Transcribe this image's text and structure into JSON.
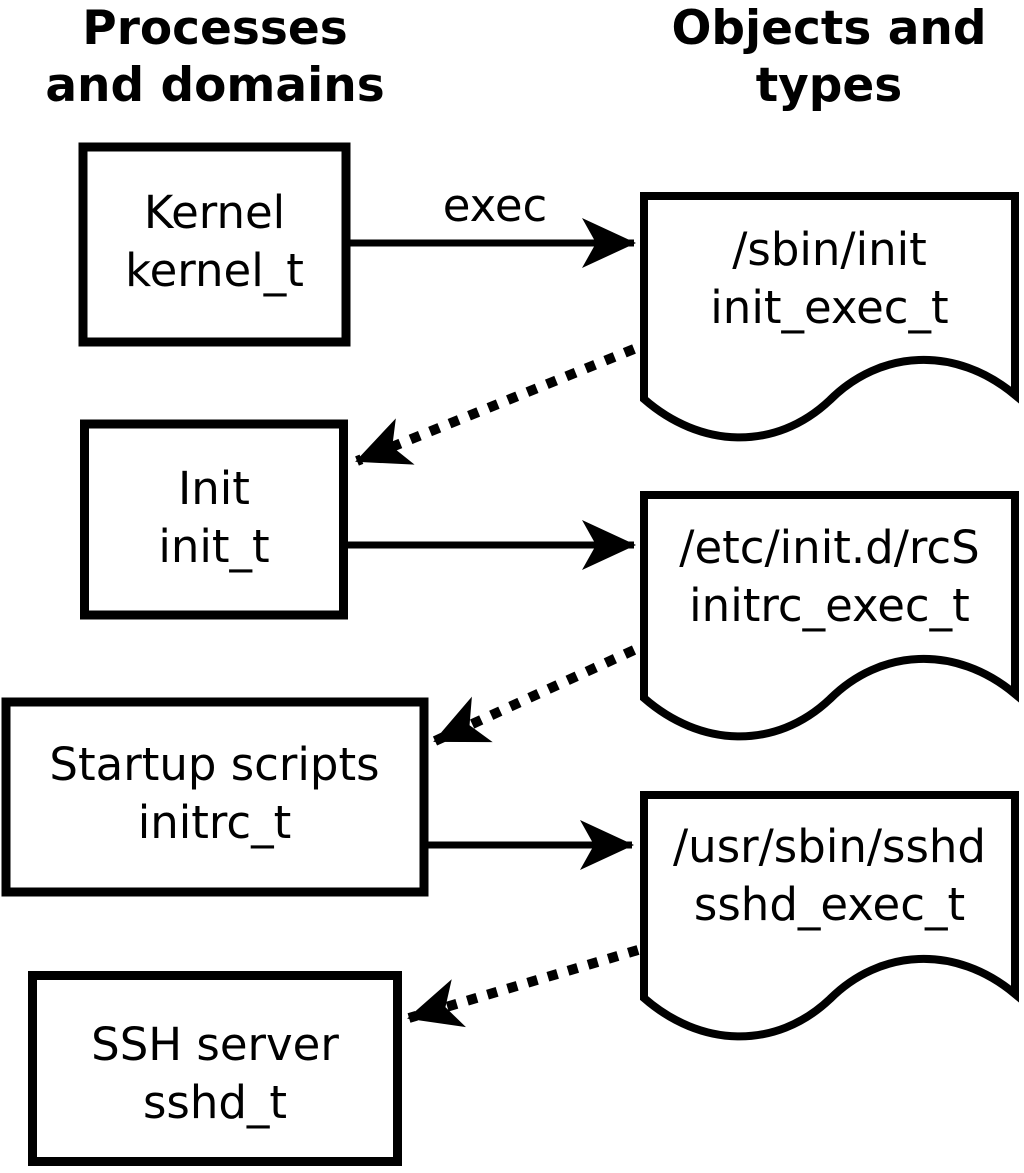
{
  "colors": {
    "ink": "#000000",
    "background": "#ffffff"
  },
  "headings": {
    "left": {
      "line1": "Processes",
      "line2": "and domains"
    },
    "right": {
      "line1": "Objects and",
      "line2": "types"
    }
  },
  "nodes": {
    "processes": [
      {
        "title": "Kernel",
        "type": "kernel_t"
      },
      {
        "title": "Init",
        "type": "init_t"
      },
      {
        "title": "Startup scripts",
        "type": "initrc_t"
      },
      {
        "title": "SSH server",
        "type": "sshd_t"
      }
    ],
    "objects": [
      {
        "title": "/sbin/init",
        "type": "init_exec_t"
      },
      {
        "title": "/etc/init.d/rcS",
        "type": "initrc_exec_t"
      },
      {
        "title": "/usr/sbin/sshd",
        "type": "sshd_exec_t"
      }
    ]
  },
  "edges": [
    {
      "from": "kernel_t",
      "to": "init_exec_t",
      "label": "exec",
      "style": "solid"
    },
    {
      "from": "init_exec_t",
      "to": "init_t",
      "label": "",
      "style": "dotted"
    },
    {
      "from": "init_t",
      "to": "initrc_exec_t",
      "label": "",
      "style": "solid"
    },
    {
      "from": "initrc_exec_t",
      "to": "initrc_t",
      "label": "",
      "style": "dotted"
    },
    {
      "from": "initrc_t",
      "to": "sshd_exec_t",
      "label": "",
      "style": "solid"
    },
    {
      "from": "sshd_exec_t",
      "to": "sshd_t",
      "label": "",
      "style": "dotted"
    }
  ]
}
